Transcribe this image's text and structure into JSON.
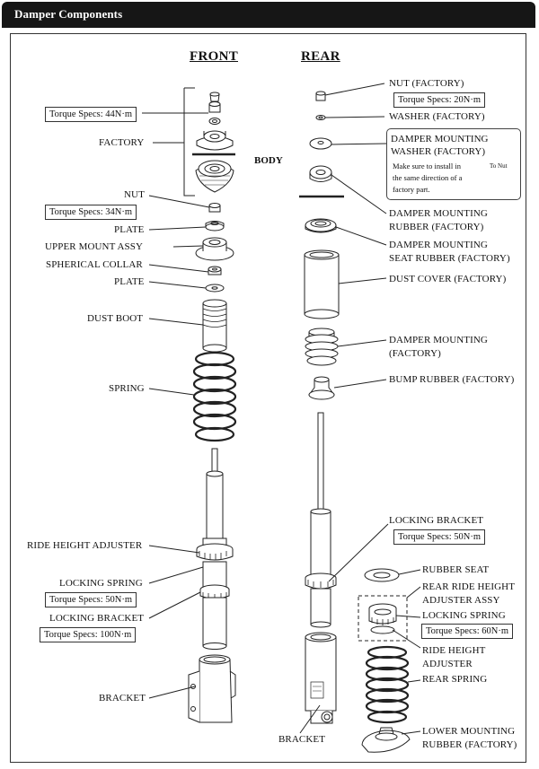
{
  "header": {
    "title": "Damper Components"
  },
  "headings": {
    "front": "FRONT",
    "rear": "REAR"
  },
  "front_labels": {
    "factory": "FACTORY",
    "body": "BODY",
    "nut": "NUT",
    "plate1": "PLATE",
    "upper_mount": "UPPER MOUNT ASSY",
    "spherical_collar": "SPHERICAL COLLAR",
    "plate2": "PLATE",
    "dust_boot": "DUST BOOT",
    "spring": "SPRING",
    "ride_height_adjuster": "RIDE HEIGHT ADJUSTER",
    "locking_spring": "LOCKING SPRING",
    "locking_bracket": "LOCKING BRACKET",
    "bracket": "BRACKET"
  },
  "front_torque": {
    "top": "Torque Specs: 44N·m",
    "nut": "Torque Specs: 34N·m",
    "locking_spring": "Torque Specs: 50N·m",
    "locking_bracket": "Torque Specs: 100N·m"
  },
  "rear_labels": {
    "nut": "NUT (FACTORY)",
    "washer": "WASHER (FACTORY)",
    "mount_rubber_1": "DAMPER MOUNTING",
    "mount_rubber_2": "RUBBER (FACTORY)",
    "seat_rubber_1": "DAMPER MOUNTING",
    "seat_rubber_2": "SEAT RUBBER (FACTORY)",
    "dust_cover": "DUST COVER (FACTORY)",
    "damper_mounting_1": "DAMPER MOUNTING",
    "damper_mounting_2": "(FACTORY)",
    "bump_rubber": "BUMP RUBBER (FACTORY)",
    "locking_bracket": "LOCKING BRACKET",
    "rubber_seat": "RUBBER SEAT",
    "rear_ride_height_1": "REAR RIDE HEIGHT",
    "rear_ride_height_2": "ADJUSTER ASSY",
    "locking_spring": "LOCKING SPRING",
    "ride_height_adjuster_1": "RIDE HEIGHT",
    "ride_height_adjuster_2": "ADJUSTER",
    "rear_spring": "REAR SPRING",
    "lower_mount_1": "LOWER MOUNTING",
    "lower_mount_2": "RUBBER (FACTORY)",
    "bracket": "BRACKET"
  },
  "rear_torque": {
    "nut": "Torque Specs: 20N·m",
    "locking_bracket": "Torque Specs: 50N·m",
    "locking_spring": "Torque Specs: 60N·m"
  },
  "note": {
    "title_1": "DAMPER MOUNTING",
    "title_2": "WASHER (FACTORY)",
    "body_1": "Make sure to install in",
    "body_2": "the same direction of a",
    "body_3": "factory part.",
    "to_nut": "To Nut"
  }
}
